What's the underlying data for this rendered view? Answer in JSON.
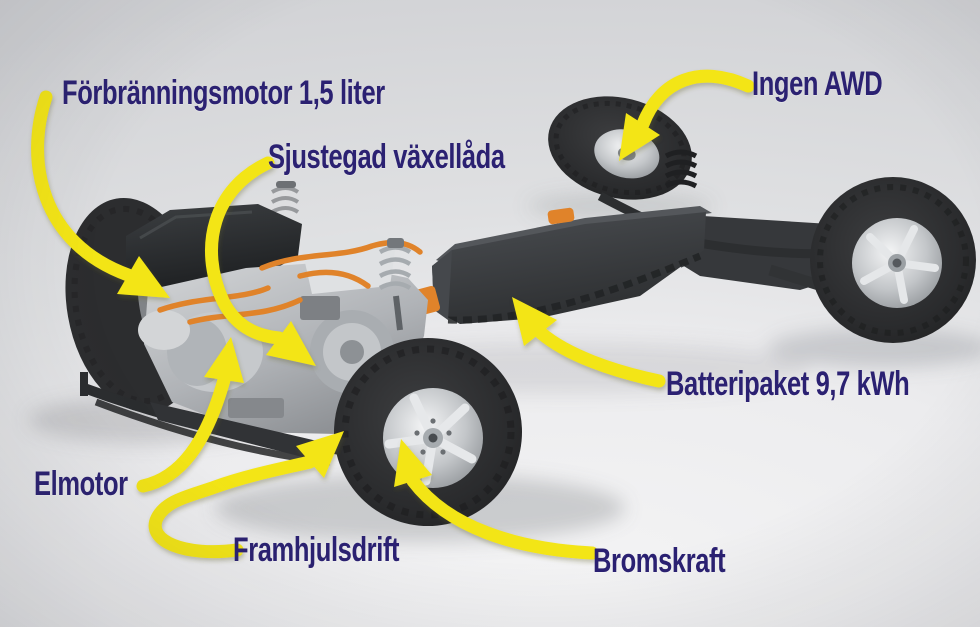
{
  "image_type": "annotated vehicle chassis cutaway diagram",
  "callouts": [
    {
      "id": "forbranningsmotor",
      "label": "Förbränningsmotor 1,5 liter",
      "points_to": "combustion engine at front axle"
    },
    {
      "id": "sjustegad",
      "label": "Sjustegad växellåda",
      "points_to": "seven-speed gearbox beside engine"
    },
    {
      "id": "ingen-awd",
      "label": "Ingen AWD",
      "points_to": "rear wheel hub (no all-wheel drive)"
    },
    {
      "id": "batteripaket",
      "label": "Batteripaket 9,7 kWh",
      "points_to": "battery pack in central tunnel"
    },
    {
      "id": "elmotor",
      "label": "Elmotor",
      "points_to": "electric motor under engine"
    },
    {
      "id": "framhjulsdrift",
      "label": "Framhjulsdrift",
      "points_to": "front wheel (front-wheel drive)"
    },
    {
      "id": "bromskraft",
      "label": "Bromskraft",
      "points_to": "front wheel brake"
    }
  ],
  "colors": {
    "background_top": "#d2d3d6",
    "background_floor": "#f3f3f4",
    "arrow_yellow": "#f3e515",
    "label_text": "#2b2172",
    "chassis_dark": "#2f3133",
    "engine_silver": "#b9bcc0",
    "cable_orange": "#e0832a"
  }
}
